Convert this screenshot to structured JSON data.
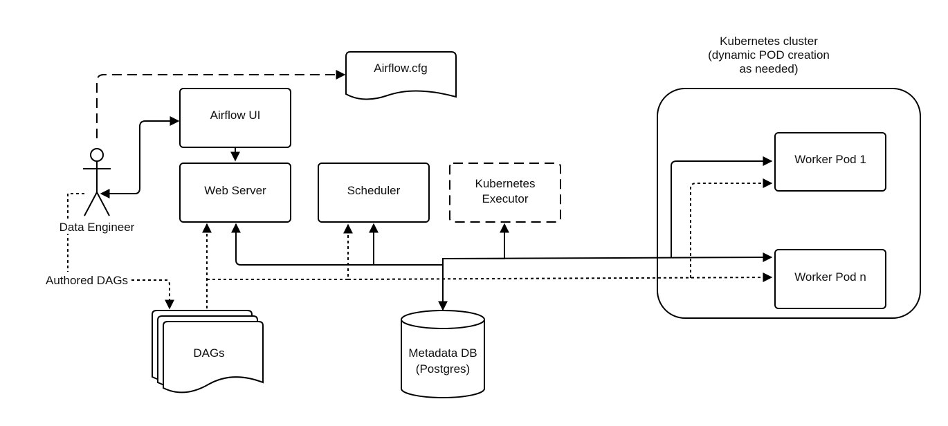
{
  "nodes": {
    "airflow_cfg": "Airflow.cfg",
    "airflow_ui": "Airflow UI",
    "web_server": "Web Server",
    "scheduler": "Scheduler",
    "k8s_executor_line1": "Kubernetes",
    "k8s_executor_line2": "Executor",
    "worker_pod_1": "Worker Pod 1",
    "worker_pod_n": "Worker Pod n",
    "dags": "DAGs",
    "metadata_db_line1": "Metadata DB",
    "metadata_db_line2": "(Postgres)",
    "data_engineer": "Data Engineer"
  },
  "cluster": {
    "title_line1": "Kubernetes cluster",
    "title_line2": "(dynamic POD creation",
    "title_line3": "as needed)"
  },
  "edges": {
    "authored_dags": "Authored DAGs"
  }
}
